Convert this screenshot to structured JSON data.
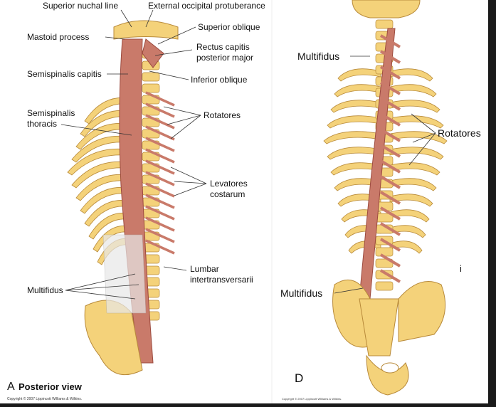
{
  "panel_a": {
    "labels": {
      "superior_nuchal_line": "Superior nuchal line",
      "external_occipital_protuberance": "External occipital protuberance",
      "superior_oblique": "Superior oblique",
      "mastoid_process": "Mastoid process",
      "rectus_capitis_1": "Rectus capitis",
      "rectus_capitis_2": "posterior major",
      "semispinalis_capitis": "Semispinalis capitis",
      "inferior_oblique": "Inferior oblique",
      "semispinalis_thoracis_1": "Semispinalis",
      "semispinalis_thoracis_2": "thoracis",
      "rotatores": "Rotatores",
      "levatores_costarum_1": "Levatores",
      "levatores_costarum_2": "costarum",
      "lumbar_intertransversarii_1": "Lumbar",
      "lumbar_intertransversarii_2": "intertransversarii",
      "multifidus": "Multifidus"
    },
    "panel_letter": "A",
    "panel_title": "Posterior view",
    "copyright": "Copyright © 2007 Lippincott Williams & Wilkins."
  },
  "panel_d": {
    "labels": {
      "multifidus_upper": "Multifidus",
      "rotatores": "Rotatores",
      "multifidus_lower": "Multifidus",
      "stray_mark": "i"
    },
    "panel_letter": "D",
    "copyright": "Copyright © 2007 Lippincott Williams & Wilkins."
  },
  "colors": {
    "bone": "#f4d27a",
    "bone_shade": "#d9a84a",
    "muscle": "#c97a6a",
    "muscle_dark": "#9c4b3f",
    "line": "#333333",
    "background": "#ffffff",
    "border": "#1a1a1a"
  }
}
